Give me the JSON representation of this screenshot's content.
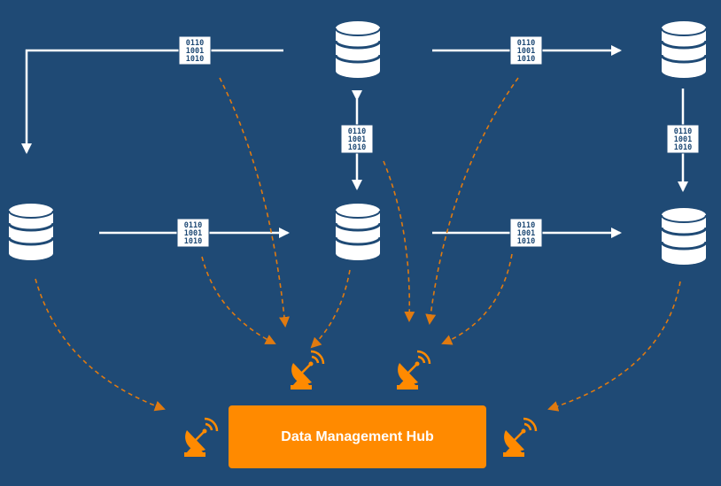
{
  "hub": {
    "label": "Data Management Hub"
  },
  "data_packet": {
    "line1": "0110",
    "line2": "1001",
    "line3": "1010"
  },
  "colors": {
    "background": "#1f4a75",
    "hub": "#ff8a00",
    "dashed_arrow": "#e07a10",
    "arrow": "#ffffff",
    "icon": "#ffffff"
  },
  "icons": {
    "database": "database-icon",
    "antenna": "satellite-dish-icon",
    "packet": "binary-data-icon"
  }
}
